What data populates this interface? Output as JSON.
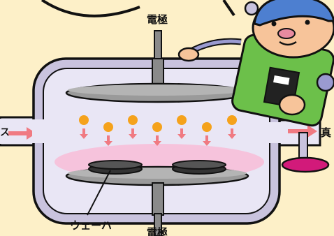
{
  "labels": {
    "electrode_top": "電極",
    "electrode_bottom": "電極",
    "wafer": "ウェーハ",
    "gas_in": "ス",
    "vacuum": "真"
  },
  "colors": {
    "background": "#fdf0c8",
    "chamber_wall": "#c9c3de",
    "chamber_inner": "#e9e6f5",
    "plasma": "#f6c3dc",
    "electrode": "#8a8a8a",
    "wafer": "#333333",
    "ion": "#f5a21b",
    "arrow": "#f07a82",
    "robot_body": "#6cc04a",
    "robot_face": "#f7c49a",
    "robot_cap": "#4d7fd0",
    "magnet": "#d21a7a"
  },
  "icons": {
    "ion": "orange-circle",
    "flow": "right-arrow",
    "mascot": "robot-mascot"
  },
  "ion_count": 7
}
